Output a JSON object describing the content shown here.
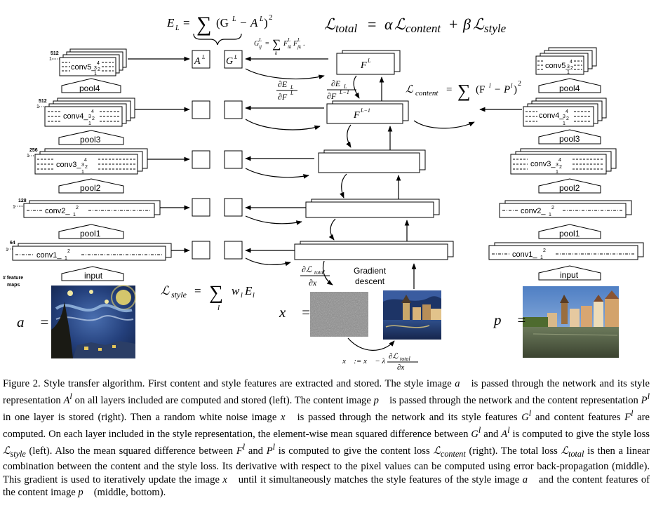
{
  "equations": {
    "style_layer_loss": "E_L = ∑ (G^L − A^L)^2",
    "total_loss": "ℒtotal = αℒcontent + βℒstyle",
    "gram": "G^L_ij = ∑_k F^L_ik F^L_jk",
    "content_loss": "ℒcontent = ∑ (F^l − P^l)^2",
    "style_loss": "ℒstyle = ∑_l w_l E_l",
    "update": "x⃗ := x⃗ − λ ∂ℒtotal/∂x⃗"
  },
  "labels": {
    "feature_maps": [
      "# feature",
      "maps"
    ],
    "gradient": [
      "Gradient",
      "descent"
    ],
    "input": "input",
    "pool1": "pool1",
    "pool2": "pool2",
    "pool3": "pool3",
    "pool4": "pool4",
    "conv1": "conv1_",
    "conv2": "conv2_",
    "conv3": "conv3_",
    "conv4": "conv4_",
    "conv5": "conv5_",
    "sub1": "1",
    "sup2": "2",
    "sup3": "3",
    "sup4": "4",
    "fm512": "512",
    "fm256": "256",
    "fm128": "128",
    "fm64": "64",
    "fm1": "1",
    "FL": "F",
    "FL1": "F",
    "supL": "L",
    "supL1": "L−1",
    "AL": "A",
    "GL": "G",
    "a_vec": "a⃗ =",
    "x_vec": "x⃗ =",
    "p_vec": "p⃗ =",
    "dEL_num": "∂E",
    "dEL_den": "∂F",
    "sub_L": "L",
    "sup_L1": "L−1",
    "dL_num": "∂ℒ",
    "dL_den": "∂x⃗",
    "total": "total",
    "E": "E",
    "sum": "∑",
    "l": "l",
    "k": "k",
    "w": "w"
  },
  "caption_runs": [
    "Figure 2. Style transfer algorithm. First content and style features are extracted and stored. The style image ",
    "a⃗",
    " is passed through the network and its style representation ",
    "A",
    "l",
    " on all layers included are computed and stored (left). The content image ",
    "p⃗",
    " is passed through the network and the content representation ",
    "P",
    "l",
    " in one layer is stored (right). Then a random white noise image ",
    "x⃗",
    " is passed through the network and its style features ",
    "G",
    "l",
    " and content features ",
    "F",
    "l",
    " are computed. On each layer included in the style representation, the element-wise mean squared difference between ",
    "G",
    "l",
    " and ",
    "A",
    "l",
    " is computed to give the style loss ",
    "ℒ",
    "style",
    " (left). Also the mean squared difference between ",
    "F",
    "l",
    " and ",
    "P",
    "l",
    " is computed to give the content loss ",
    "ℒ",
    "content",
    " (right). The total loss ",
    "ℒ",
    "total",
    " is then a linear combination between the content and the style loss. Its derivative with respect to the pixel values can be computed using error back-propagation (middle). This gradient is used to iteratively update the image ",
    "x⃗",
    " until it simultaneously matches the style features of the style image ",
    "a⃗",
    " and the content features of the content image ",
    "p⃗",
    " (middle, bottom)."
  ]
}
